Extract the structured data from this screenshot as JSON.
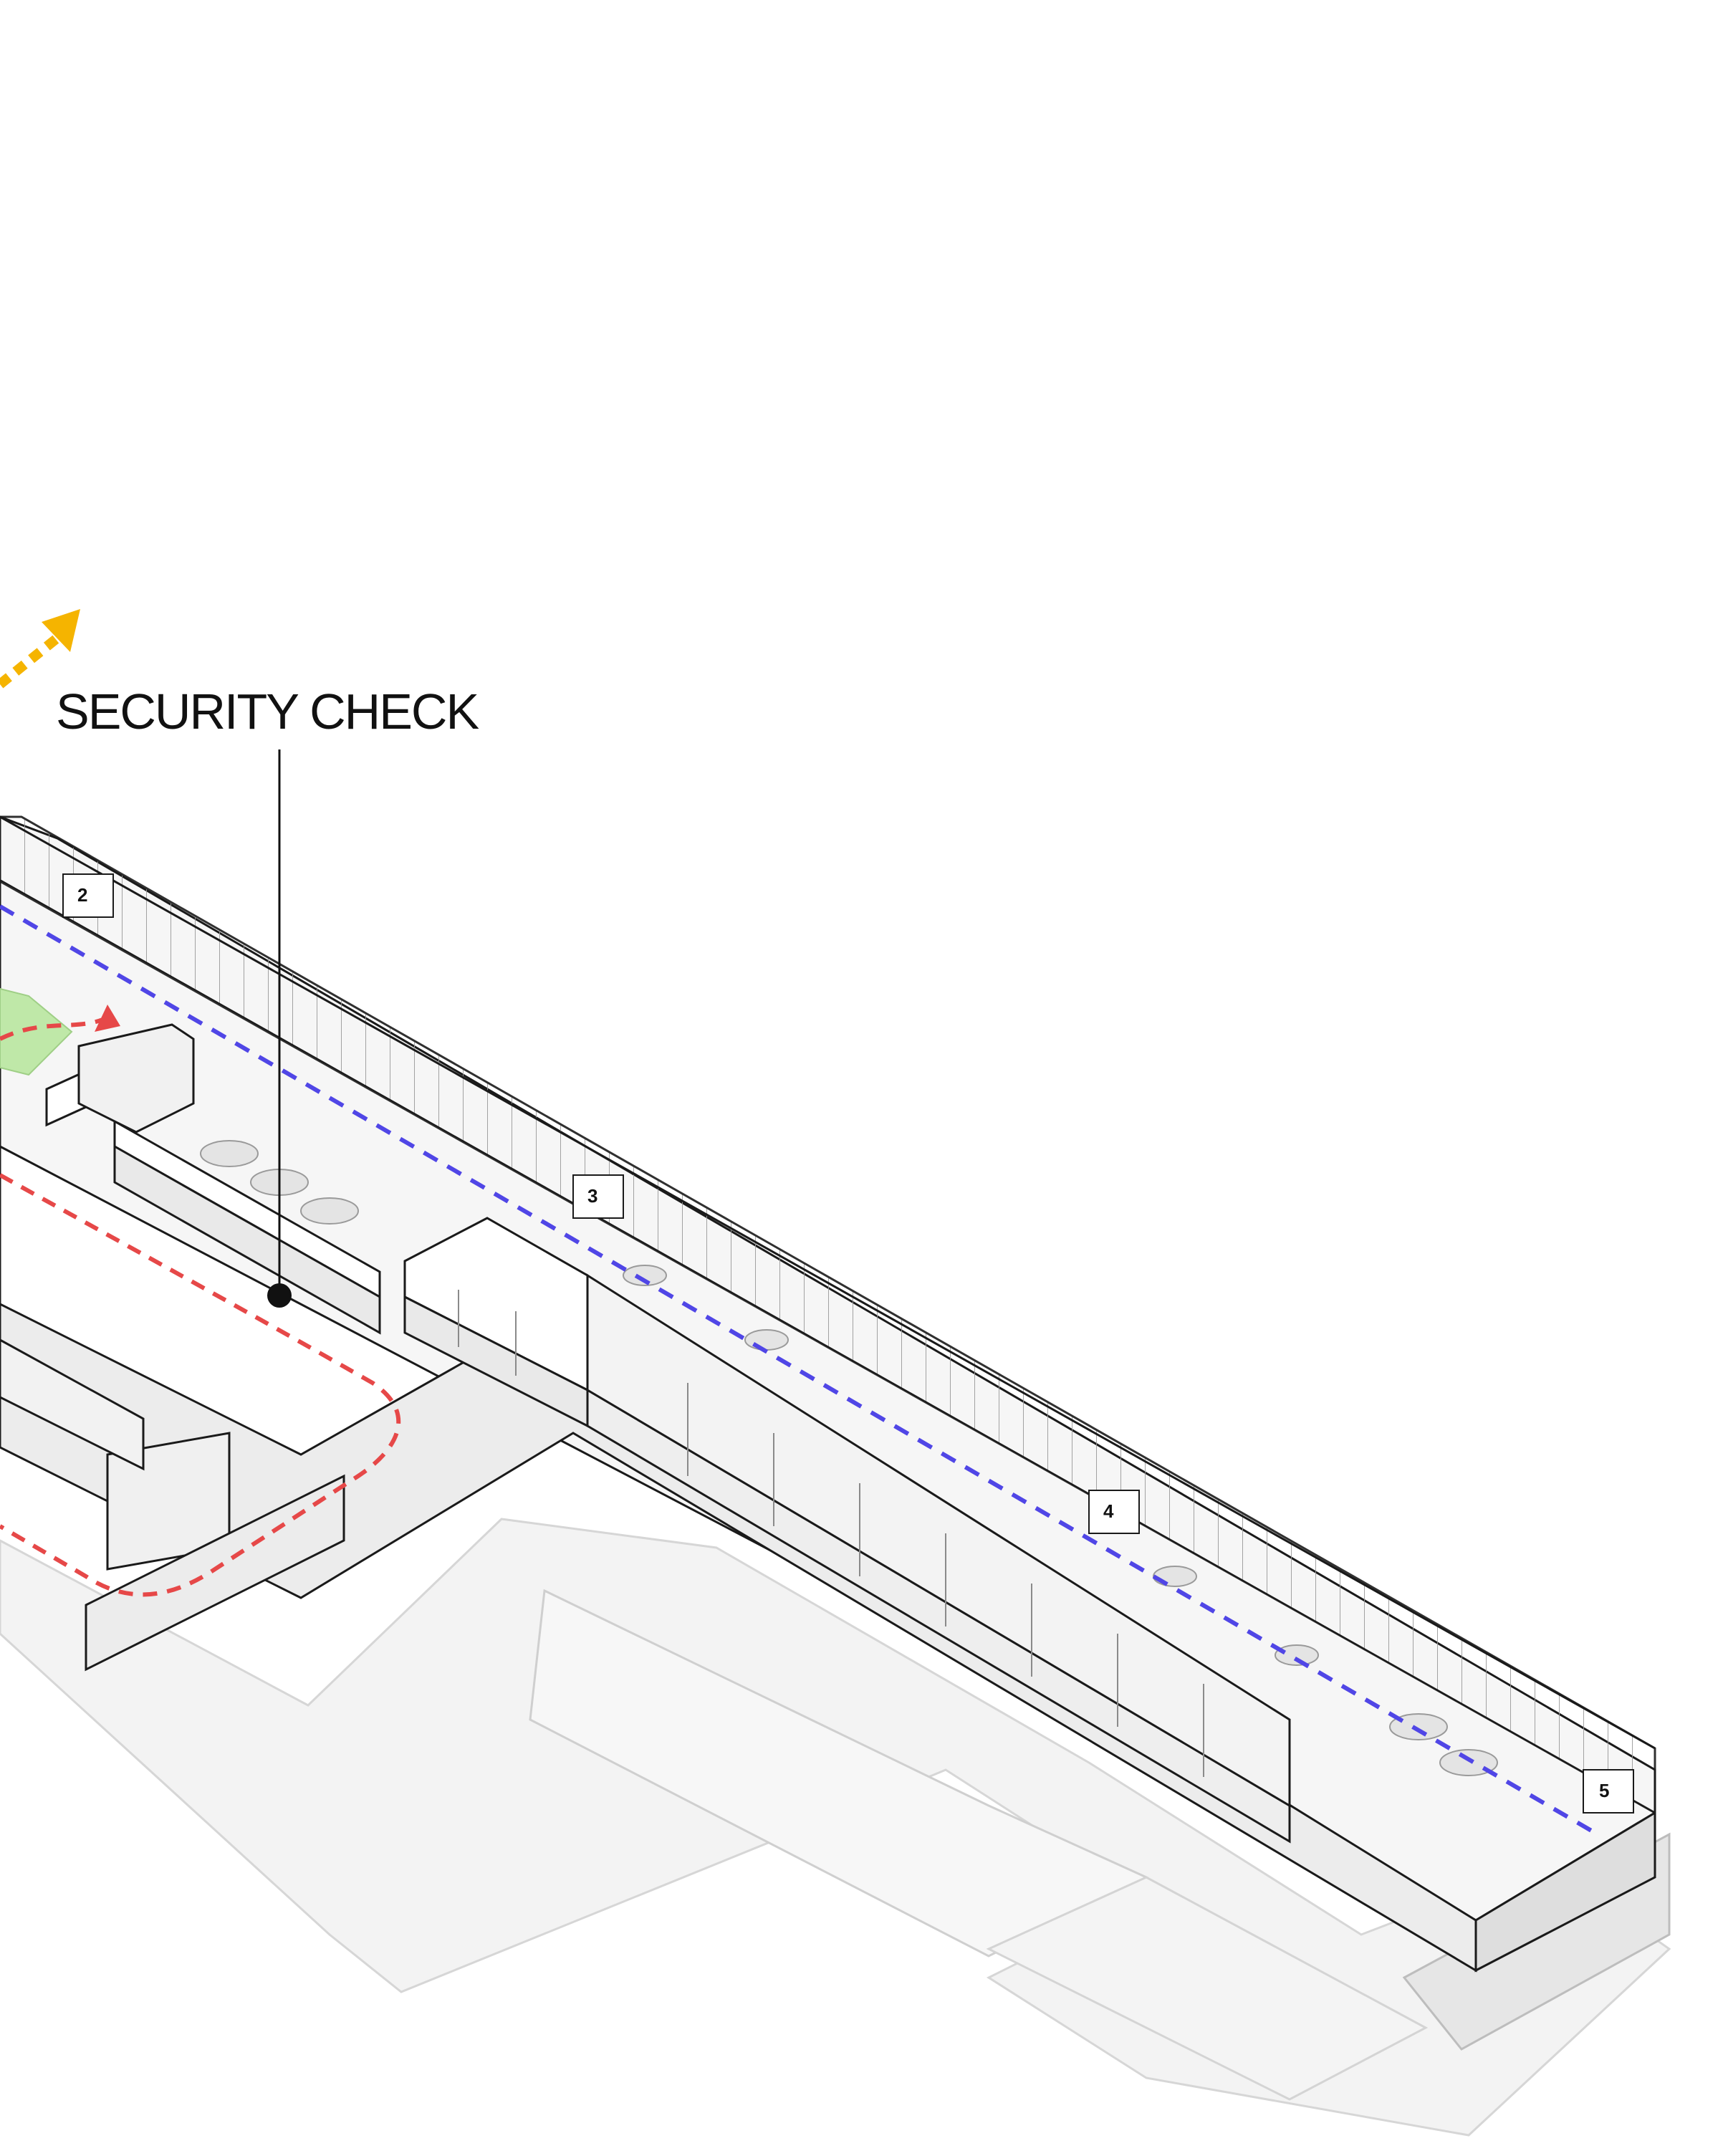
{
  "callout": {
    "label": "SECURITY CHECK"
  },
  "gates": [
    {
      "label": "2"
    },
    {
      "label": "3"
    },
    {
      "label": "4"
    },
    {
      "label": "5"
    }
  ],
  "colors": {
    "departure_path": "#5046e6",
    "security_path": "#e64848",
    "exit_arrow": "#f5b400",
    "landscape_patch": "#bfe8a8",
    "line_work": "#1a1a1a",
    "ground": "#f2f2f2"
  },
  "icons": {
    "callout_marker": "dot-icon",
    "exit_arrow": "arrow-up-right-icon"
  }
}
